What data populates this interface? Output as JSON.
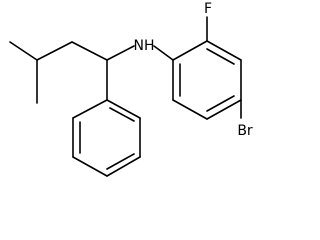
{
  "molecule": {
    "labels": {
      "amine": "NH",
      "fluorine": "F",
      "bromine": "Br"
    },
    "colors": {
      "bond": "#000000",
      "background": "#ffffff"
    }
  }
}
